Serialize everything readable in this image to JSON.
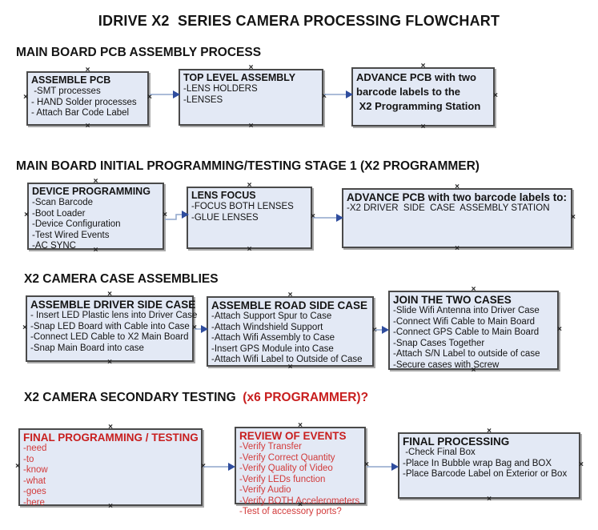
{
  "title": "IDRIVE X2  SERIES CAMERA PROCESSING FLOWCHART",
  "palette": {
    "box_fill": "#e3e9f5",
    "box_border": "#4a4a4a",
    "box_shadow": "#a9a9a9",
    "arrow_line": "#8fa5cc",
    "arrow_head": "#2f4d9e",
    "red_bold": "#c81e1e",
    "red_body": "#d23a3a",
    "ink": "#141414"
  },
  "sections": {
    "s1": {
      "heading": "MAIN BOARD PCB ASSEMBLY PROCESS"
    },
    "s2": {
      "heading": "MAIN BOARD INITIAL PROGRAMMING/TESTING STAGE 1 (X2 PROGRAMMER)"
    },
    "s3": {
      "heading": "X2 CAMERA CASE ASSEMBLIES"
    },
    "s4": {
      "heading": "X2 CAMERA SECONDARY TESTING ",
      "heading_red": " (x6 PROGRAMMER)?"
    }
  },
  "boxes": {
    "assemble_pcb": {
      "title": "ASSEMBLE PCB",
      "lines": [
        " -SMT processes",
        "- HAND Solder processes",
        "- Attach Bar Code Label"
      ]
    },
    "top_level_assembly": {
      "title": "TOP LEVEL ASSEMBLY",
      "lines": [
        "-LENS HOLDERS",
        "-LENSES"
      ]
    },
    "advance_pcb_station": {
      "lines": [
        "ADVANCE PCB with two",
        "barcode labels to the",
        " X2 Programming Station"
      ]
    },
    "device_programming": {
      "title": "DEVICE PROGRAMMING",
      "lines": [
        "-Scan Barcode",
        "-Boot Loader",
        "-Device Configuration",
        "-Test Wired Events",
        "-AC SYNC"
      ]
    },
    "lens_focus": {
      "title": "LENS FOCUS",
      "lines": [
        "-FOCUS BOTH LENSES",
        "-GLUE LENSES"
      ]
    },
    "advance_pcb_driver": {
      "title": "ADVANCE PCB with two barcode labels to:",
      "lines": [
        "-X2 DRIVER  SIDE  CASE  ASSEMBLY STATION"
      ]
    },
    "assemble_driver_case": {
      "title": "ASSEMBLE DRIVER SIDE CASE",
      "lines": [
        "- Insert LED Plastic lens into Driver Case",
        "-Snap LED Board with Cable into Case",
        "-Connect LED Cable to X2 Main Board",
        "-Snap Main Board into case"
      ]
    },
    "assemble_road_case": {
      "title": "ASSEMBLE ROAD SIDE CASE",
      "lines": [
        "-Attach Support Spur to Case",
        "-Attach Windshield Support",
        "-Attach Wifi Assembly to Case",
        "-Insert GPS Module into Case",
        "-Attach Wifi Label to Outside of Case"
      ]
    },
    "join_two_cases": {
      "title": "JOIN THE TWO CASES",
      "lines": [
        "-Slide Wifi Antenna into Driver Case",
        "-Connect Wifi Cable to Main Board",
        "-Connect GPS Cable to Main Board",
        "-Snap Cases Together",
        "-Attach S/N Label to outside of case",
        "-Secure cases with Screw"
      ]
    },
    "final_programming": {
      "title": "FINAL PROGRAMMING / TESTING",
      "lines": [
        "-need",
        "-to",
        "-know",
        "-what",
        "-goes",
        "-here"
      ]
    },
    "review_of_events": {
      "title": "REVIEW OF EVENTS",
      "lines": [
        "-Verify Transfer",
        "-Verify Correct Quantity",
        "-Verify Quality of Video",
        "-Verify LEDs function",
        "-Verify Audio",
        "-Verify BOTH Accelerometers",
        "-Test of accessory ports?"
      ]
    },
    "final_processing": {
      "title": "FINAL PROCESSING",
      "lines": [
        " -Check Final Box",
        "-Place In Bubble wrap Bag and BOX",
        "-Place Barcode Label on Exterior or Box"
      ]
    }
  }
}
